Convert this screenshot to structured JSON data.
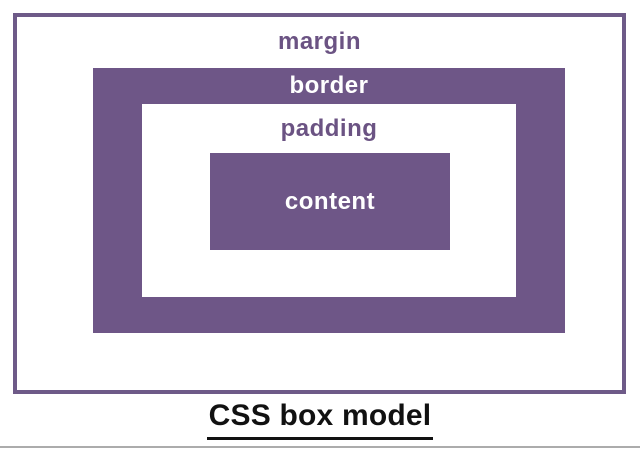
{
  "diagram": {
    "margin_label": "margin",
    "border_label": "border",
    "padding_label": "padding",
    "content_label": "content"
  },
  "title": {
    "text": "CSS box model"
  },
  "colors": {
    "purple_fill": "#6E5687",
    "outer_border": "#6E5A88",
    "label_purple": "#6B5383",
    "title_black": "#111111",
    "divider_gray": "#ACACAC",
    "background": "#FFFFFF"
  }
}
